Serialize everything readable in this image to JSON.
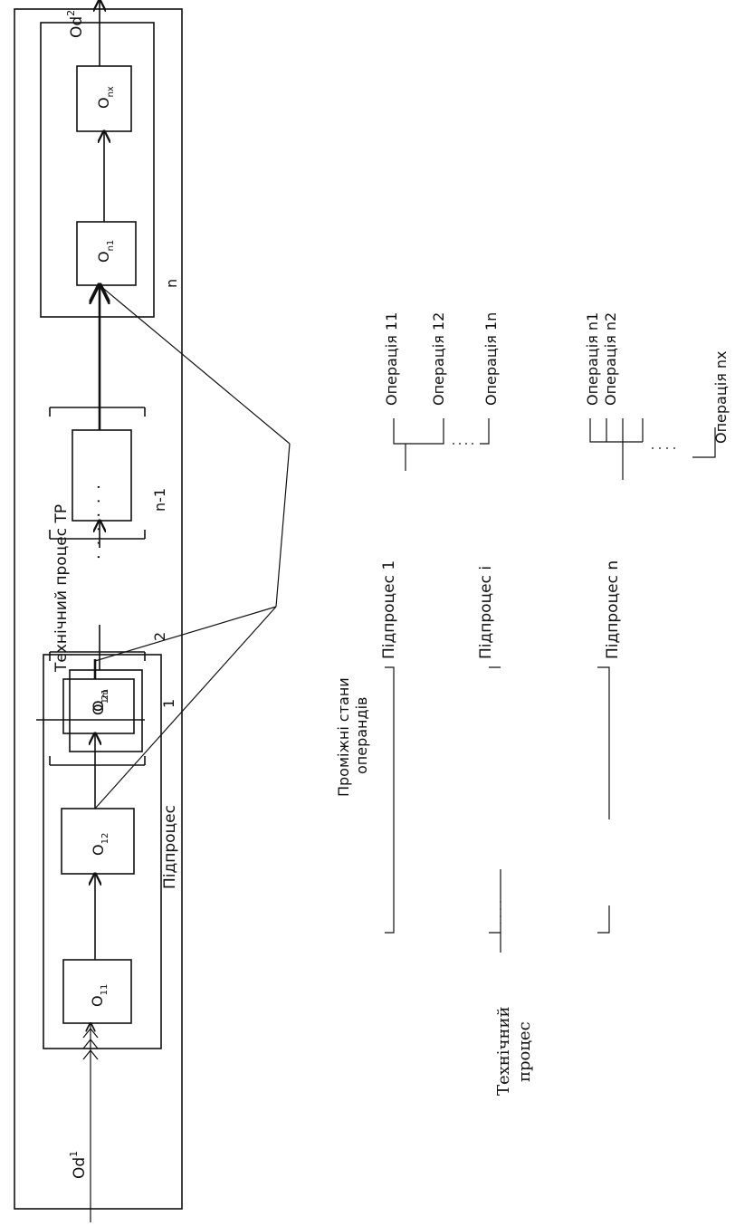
{
  "diagram": {
    "title": "Технічний процес ТР",
    "input_label": {
      "base": "Od",
      "sup": "1"
    },
    "output_label": {
      "base": "Od",
      "sup": "2"
    },
    "subprocess_label": "Підпроцес",
    "stage_numbers": {
      "first": "1",
      "second": "2",
      "prelast": "n-1",
      "last": "n"
    },
    "ellipsis": "· · · · · ·",
    "operations": {
      "o11": {
        "base": "O",
        "sub": "11"
      },
      "o12": {
        "base": "O",
        "sub": "12"
      },
      "o1m": {
        "base": "O",
        "sub": "1m"
      },
      "o21": {
        "base": "O",
        "sub": "21"
      },
      "on1": {
        "base": "O",
        "sub": "n1"
      },
      "onx": {
        "base": "O",
        "sub": "nx"
      }
    },
    "intermediate_states": {
      "line1": "Проміжні стани",
      "line2": "операндів"
    }
  },
  "tree": {
    "root": {
      "line1": "Технічний",
      "line2": "процес"
    },
    "subprocesses": [
      "Підпроцес 1",
      "Підпроцес і",
      "Підпроцес n"
    ],
    "ops_group1": [
      "Операція 11",
      "Операція 12",
      "Операція 1n"
    ],
    "ops_group2": [
      "Операція n1",
      "Операція n2",
      "Операція nx"
    ]
  }
}
